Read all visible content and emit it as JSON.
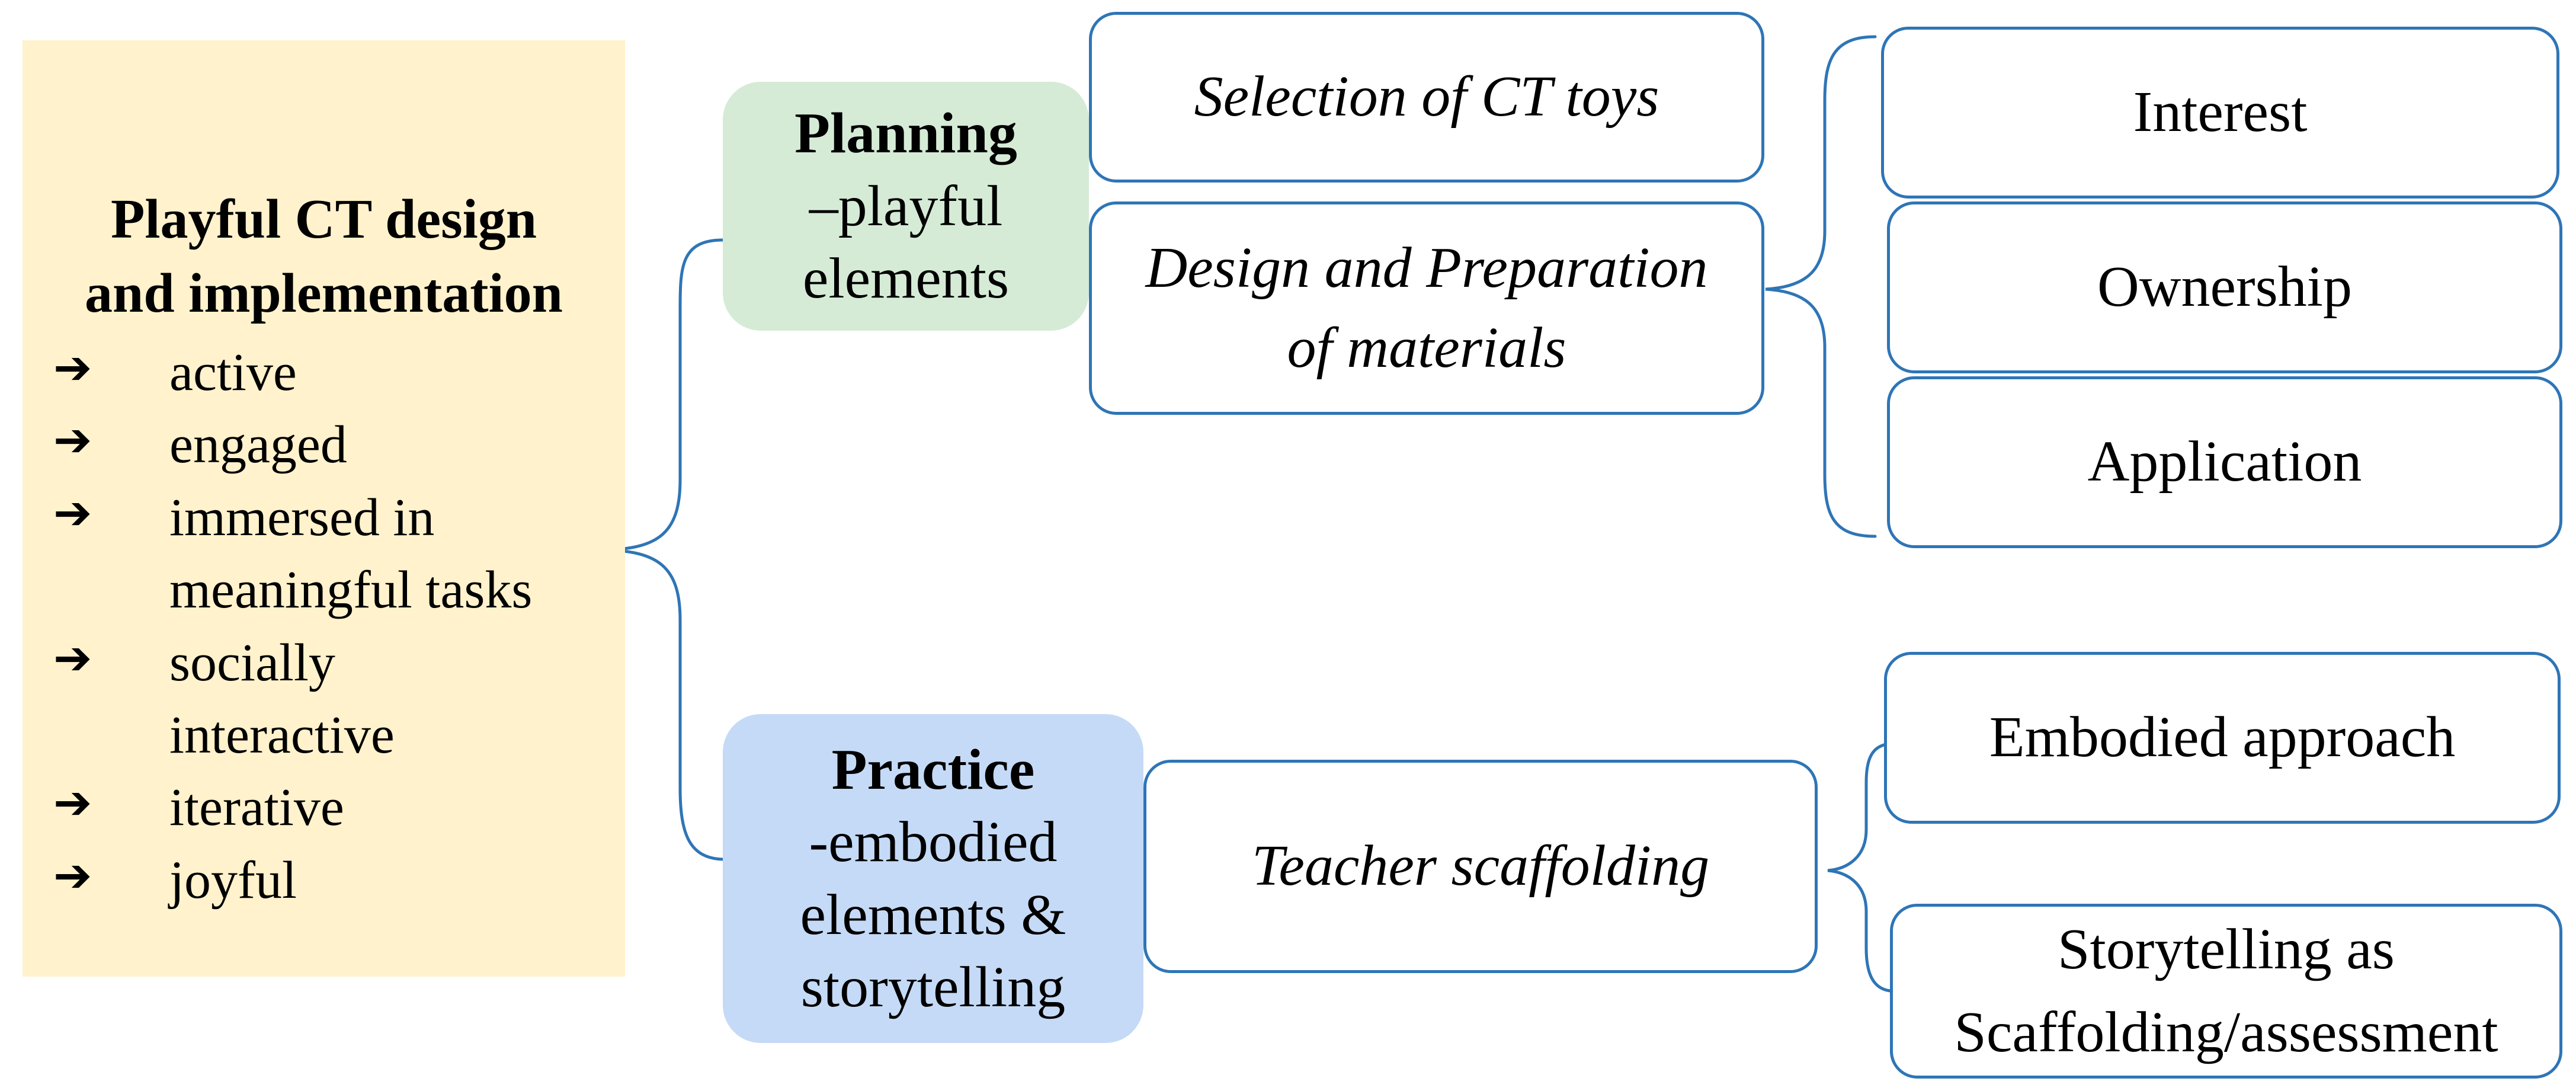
{
  "summary": {
    "title_lines": [
      "Playful CT design",
      "and implementation"
    ],
    "arrow_glyph": "➔",
    "items": [
      {
        "lines": [
          "active"
        ]
      },
      {
        "lines": [
          "engaged"
        ]
      },
      {
        "lines": [
          "immersed in",
          "meaningful tasks"
        ]
      },
      {
        "lines": [
          "socially",
          "interactive"
        ]
      },
      {
        "lines": [
          "iterative"
        ]
      },
      {
        "lines": [
          "joyful"
        ]
      }
    ],
    "fill": "#fff2cc"
  },
  "planning": {
    "title": "Planning",
    "sub_lines": [
      "–playful",
      "elements"
    ],
    "fill": "#d5ebd6"
  },
  "practice": {
    "title": "Practice",
    "sub_lines": [
      "-embodied",
      "elements &",
      "storytelling"
    ],
    "fill": "#c5daf6"
  },
  "planning_items": [
    {
      "lines": [
        "Selection of CT toys"
      ]
    },
    {
      "lines": [
        "Design and Preparation",
        "of materials"
      ]
    }
  ],
  "design_outcomes": [
    {
      "lines": [
        "Interest"
      ]
    },
    {
      "lines": [
        "Ownership"
      ]
    },
    {
      "lines": [
        "Application"
      ]
    }
  ],
  "practice_items": [
    {
      "lines": [
        "Teacher scaffolding"
      ]
    }
  ],
  "scaffolding_outcomes": [
    {
      "lines": [
        "Embodied approach"
      ]
    },
    {
      "lines": [
        "Storytelling as",
        "Scaffolding/assessment"
      ]
    }
  ],
  "colors": {
    "outline": "#2e75b6",
    "connector": "#2e75b6"
  }
}
